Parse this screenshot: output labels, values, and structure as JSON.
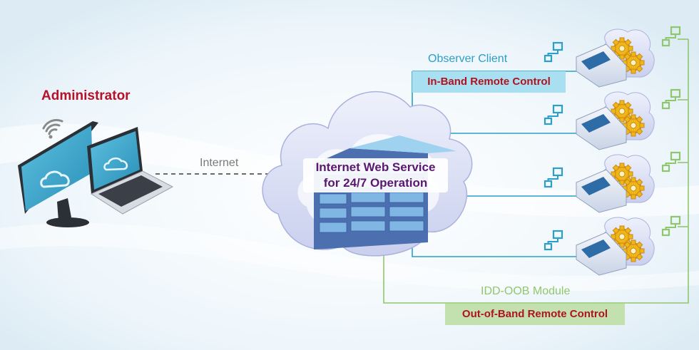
{
  "labels": {
    "administrator": "Administrator",
    "internet": "Internet",
    "cloud_line1": "Internet Web Service",
    "cloud_line2": "for 24/7 Operation",
    "observer_client": "Observer Client",
    "in_band": "In-Band Remote Control",
    "idd_oob_module": "IDD-OOB Module",
    "out_of_band": "Out-of-Band Remote Control"
  },
  "colors": {
    "admin_text": "#b5122a",
    "control_text": "#b1121f",
    "in_band_line": "#2a9fc9",
    "in_band_box": "#a8dff1",
    "out_of_band_line": "#8fc76e",
    "out_of_band_box": "#c3e1ae",
    "cloud_title": "#5b1770",
    "monitor_screen": "#3fa5c8"
  },
  "icons": {
    "wifi": "wifi-icon",
    "cloud": "cloud-icon",
    "network_observer": "network-icon-blue",
    "network_oob": "network-icon-green",
    "gear": "gear-icon"
  }
}
